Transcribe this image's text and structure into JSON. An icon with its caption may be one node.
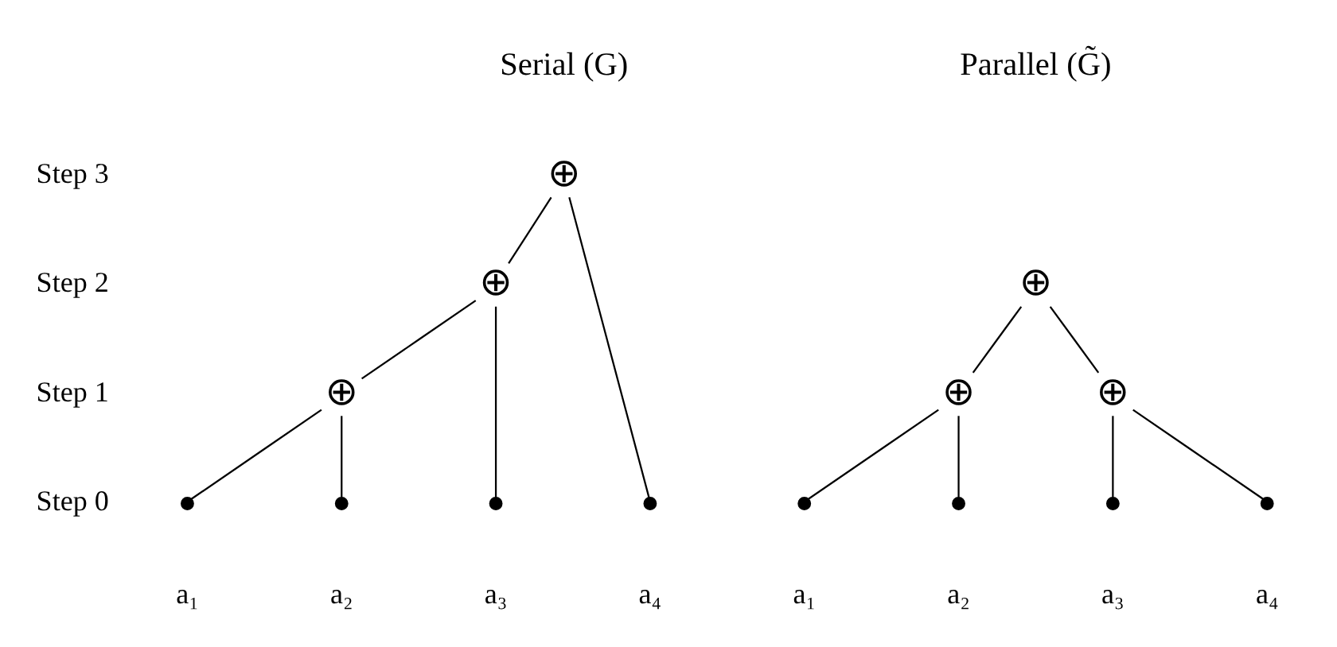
{
  "diagram": {
    "nodes": [
      {
        "text": [
          "⊕"
        ]
      },
      {
        "text": [
          "⊕"
        ]
      },
      {
        "text": [
          "⊕"
        ]
      },
      {
        "text": [],
        "shape": "dot",
        "beside": [
          "a₁"
        ]
      },
      {
        "text": [],
        "shape": "dot",
        "beside": [
          "a₂"
        ]
      },
      {
        "text": [],
        "shape": "dot",
        "beside": [
          "a₃"
        ]
      },
      {
        "text": [],
        "shape": "dot",
        "beside": [
          "a₄"
        ]
      },
      {
        "text": [
          "⊕"
        ]
      },
      {
        "text": [
          "⊕"
        ]
      },
      {
        "text": [
          "⊕"
        ]
      },
      {
        "text": [],
        "shape": "dot",
        "beside": [
          "a₁"
        ]
      },
      {
        "text": [],
        "shape": "dot",
        "beside": [
          "a₂"
        ]
      },
      {
        "text": [],
        "shape": "dot",
        "beside": [
          "a₃"
        ]
      },
      {
        "text": [],
        "shape": "dot",
        "beside": [
          "a₄"
        ]
      }
    ],
    "edges": [
      {
        "from": 0,
        "to": 1,
        "arrow": "none"
      },
      {
        "from": 0,
        "to": 6,
        "arrow": "none"
      },
      {
        "from": 1,
        "to": 2,
        "arrow": "none"
      },
      {
        "from": 1,
        "to": 5,
        "arrow": "none"
      },
      {
        "from": 2,
        "to": 3,
        "arrow": "none"
      },
      {
        "from": 2,
        "to": 4,
        "arrow": "none"
      },
      {
        "from": 7,
        "to": 8,
        "arrow": "none"
      },
      {
        "from": 7,
        "to": 9,
        "arrow": "none"
      },
      {
        "from": 8,
        "to": 10,
        "arrow": "none"
      },
      {
        "from": 8,
        "to": 11,
        "arrow": "none"
      },
      {
        "from": 9,
        "to": 12,
        "arrow": "none"
      },
      {
        "from": 9,
        "to": 13,
        "arrow": "none"
      }
    ],
    "labels": [
      "Serial (G)",
      "Parallel (G̃)",
      "Step 3",
      "Step 2",
      "Step 1",
      "Step 0"
    ]
  }
}
